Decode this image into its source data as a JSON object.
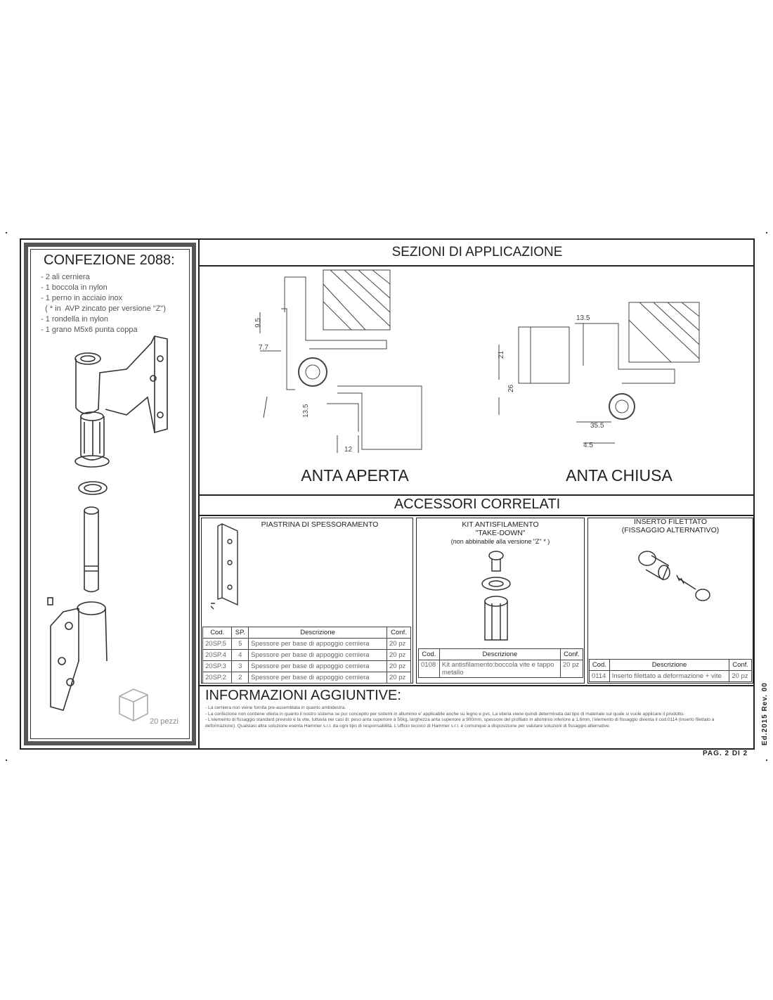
{
  "confezione": {
    "title": "CONFEZIONE 2088:",
    "items": [
      "- 2 ali cerniera",
      "- 1 boccola in nylon",
      "- 1 perno in acciaio inox",
      "  ( * in  AVP zincato per versione \"Z\")",
      "- 1 rondella in nylon",
      "- 1 grano M5x6 punta coppa"
    ],
    "pieces_label": "20 pezzi"
  },
  "sezioni": {
    "title": "SEZIONI DI APPLICAZIONE",
    "open_label": "ANTA APERTA",
    "closed_label": "ANTA CHIUSA",
    "dims_open": [
      "9.5",
      "7.7",
      "13.5",
      "12"
    ],
    "dims_closed": [
      "13.5",
      "21",
      "26",
      "35.5",
      "4.5"
    ]
  },
  "accessori": {
    "title": "ACCESSORI CORRELATI",
    "piastrina": {
      "title": "PIASTRINA DI SPESSORAMENTO",
      "headers": [
        "Cod.",
        "SP.",
        "Descrizione",
        "Conf."
      ],
      "rows": [
        [
          "20SP.5",
          "5",
          "Spessore per base di appoggio cerniera",
          "20 pz"
        ],
        [
          "20SP.4",
          "4",
          "Spessore per base di appoggio cerniera",
          "20 pz"
        ],
        [
          "20SP.3",
          "3",
          "Spessore per base di appoggio cerniera",
          "20 pz"
        ],
        [
          "20SP.2",
          "2",
          "Spessore per base di appoggio cerniera",
          "20 pz"
        ]
      ]
    },
    "kit": {
      "title_line1": "KIT ANTISFILAMENTO",
      "title_line2": "\"TAKE-DOWN\"",
      "title_line3": "(non abbinabile alla versione \"Z\" * )",
      "headers": [
        "Cod.",
        "Descrizione",
        "Conf."
      ],
      "row": [
        "0108",
        "Kit antisfilamento:boccola vite e tappo metallo",
        "20 pz"
      ]
    },
    "inserto": {
      "title_line1": "INSERTO FILETTATO",
      "title_line2": "(FISSAGGIO ALTERNATIVO)",
      "headers": [
        "Cod.",
        "Descrizione",
        "Conf."
      ],
      "row": [
        "0114",
        "Inserto filettato a deformazione + vite",
        "20 pz"
      ]
    }
  },
  "info": {
    "title": "INFORMAZIONI AGGIUNTIVE:",
    "lines": [
      "- La cerniera non viene fornita pre-assemblata in quanto ambidestra.",
      "- La confezione non contiene viteria in quanto il nostro sistema se pur concepito per sistemi in alluminio e' applicabile anche su legno e pvc. La viteria viene quindi determinata dal tipo di materiale sul quale si vuole applicare il prodotto.",
      "- L'elemento di fissaggio standard previsto è la vite, tuttavia nei casi di: peso anta superiore a 50kg, larghezza anta superiore a 900mm, spessore del profilato in alluminio inferiore a 1,6mm, l'elemento di fissaggio diventa il cod.0114 (inserto filettato a deformazione). Qualsiasi altra soluzione esenta Hammer s.r.l. da ogni tipo di responsabilità. L'ufficio tecnico di Hammer s.r.l. è comunque a disposizione per valutare soluzioni di fissaggio alternative."
    ]
  },
  "footer": {
    "page": "PAG. 2 DI 2",
    "edition": "Ed.2015 Rev. 00"
  }
}
